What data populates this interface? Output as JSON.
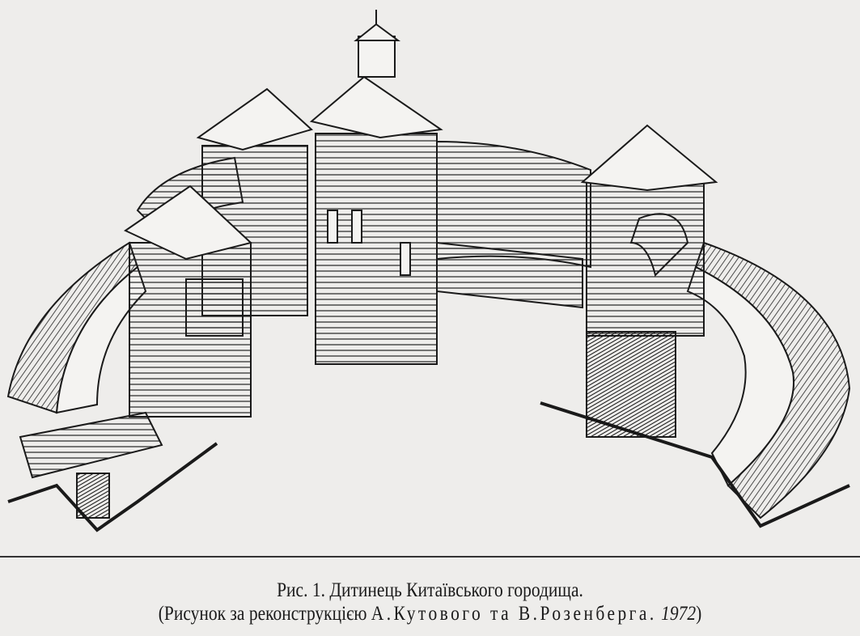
{
  "figure": {
    "caption_title": "Рис. 1. Дитинець Китаївського городища.",
    "caption_prefix": "(Рисунок за реконструкцією",
    "caption_authors": "А.Кутового та В.Розенберга.",
    "caption_year": "1972",
    "caption_suffix": ")"
  }
}
